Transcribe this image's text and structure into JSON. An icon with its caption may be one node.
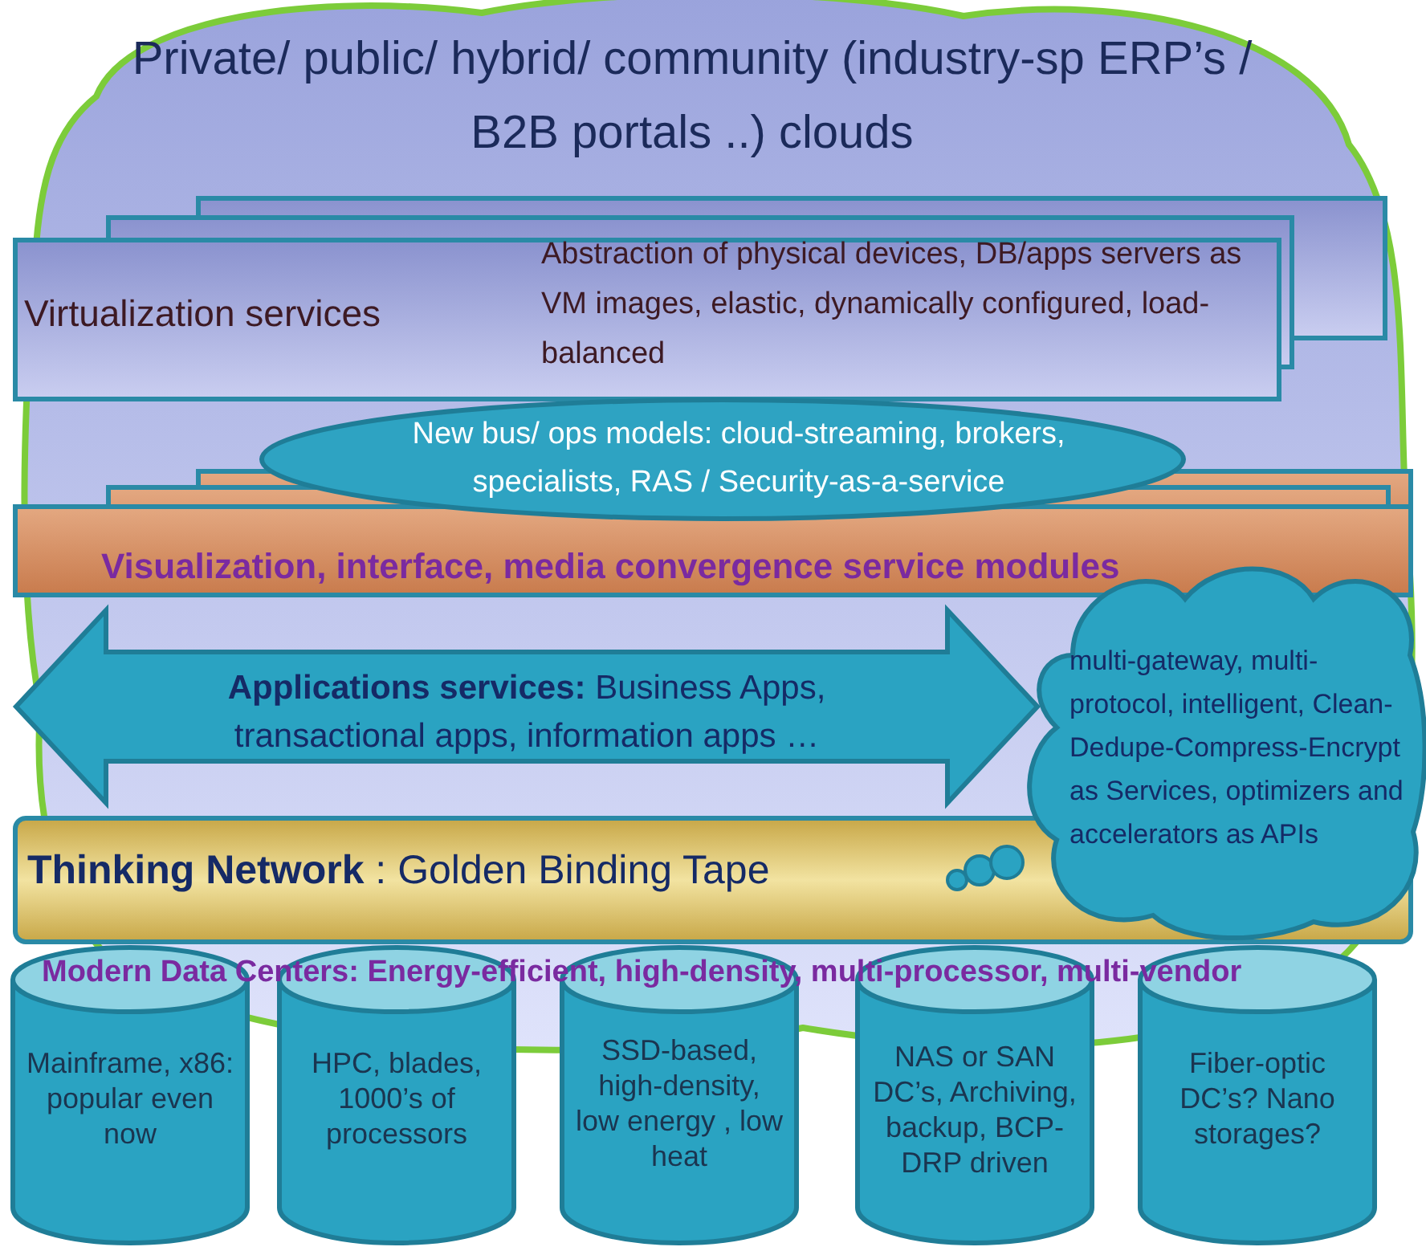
{
  "diagram": {
    "nodes": [
      {
        "text": [
          "Private/ public/ hybrid/ community (industry-sp ERP’s / B2B portals ..) clouds"
        ]
      },
      {
        "text": [
          "Virtualization services",
          "Abstraction of physical devices, DB/apps servers as VM images, elastic, dynamically configured, load-balanced"
        ],
        "in": 0
      },
      {
        "text": [
          "New bus/ ops models: cloud-streaming, brokers, specialists, RAS / Security-as-a-service"
        ],
        "in": 0
      },
      {
        "text": [
          "Visualization, interface, media convergence service modules"
        ],
        "in": 0
      },
      {
        "text": [
          "**Applications services:** Business Apps, transactional apps, information apps …"
        ],
        "in": 0
      },
      {
        "text": [
          "multi-gateway, multi-protocol, intelligent, Clean-Dedupe-Compress-Encrypt as Services, optimizers and accelerators as APIs"
        ],
        "in": 0
      },
      {
        "text": [
          "**Thinking Network** : Golden Binding Tape"
        ],
        "in": 0
      },
      {
        "text": [
          "Mainframe, x86: popular even now"
        ]
      },
      {
        "text": [
          "HPC, blades, 1000’s of processors"
        ]
      },
      {
        "text": [
          "SSD-based, high-density, low energy , low heat"
        ]
      },
      {
        "text": [
          "NAS or SAN DC’s, Archiving, backup, BCP-DRP driven"
        ]
      },
      {
        "text": [
          "Fiber-optic DC’s? Nano storages?"
        ]
      }
    ],
    "edges": [],
    "labels": [
      "Modern Data Centers: Energy-efficient, high-density, multi-processor, multi-vendor"
    ]
  }
}
